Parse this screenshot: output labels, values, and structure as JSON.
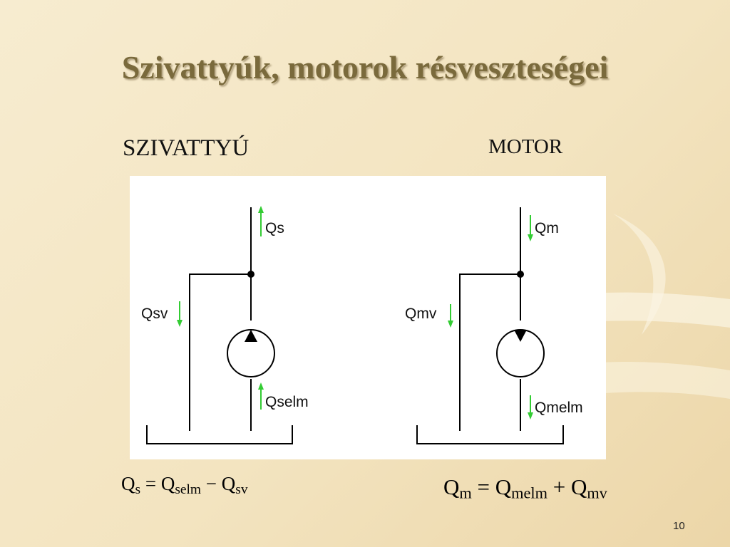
{
  "slide": {
    "title": "Szivattyúk, motorok résveszteségei",
    "page_number": "10"
  },
  "pump": {
    "heading": "SZIVATTYÚ",
    "label_qs": "Qs",
    "label_qsv": "Qsv",
    "label_qselm": "Qselm",
    "equation": {
      "lhs": "Q",
      "lhs_sub": "s",
      "op1": "=",
      "t1": "Q",
      "t1_sub": "selm",
      "op2": "−",
      "t2": "Q",
      "t2_sub": "sv"
    }
  },
  "motor": {
    "heading": "MOTOR",
    "label_qm": "Qm",
    "label_qmv": "Qmv",
    "label_qmelm": "Qmelm",
    "equation": {
      "lhs": "Q",
      "lhs_sub": "m",
      "op1": "=",
      "t1": "Q",
      "t1_sub": "melm",
      "op2": "+",
      "t2": "Q",
      "t2_sub": "mv"
    }
  },
  "colors": {
    "background": "#f5e8c8",
    "title": "#7a6a3c",
    "arrow": "#33cc33",
    "line": "#000000"
  }
}
